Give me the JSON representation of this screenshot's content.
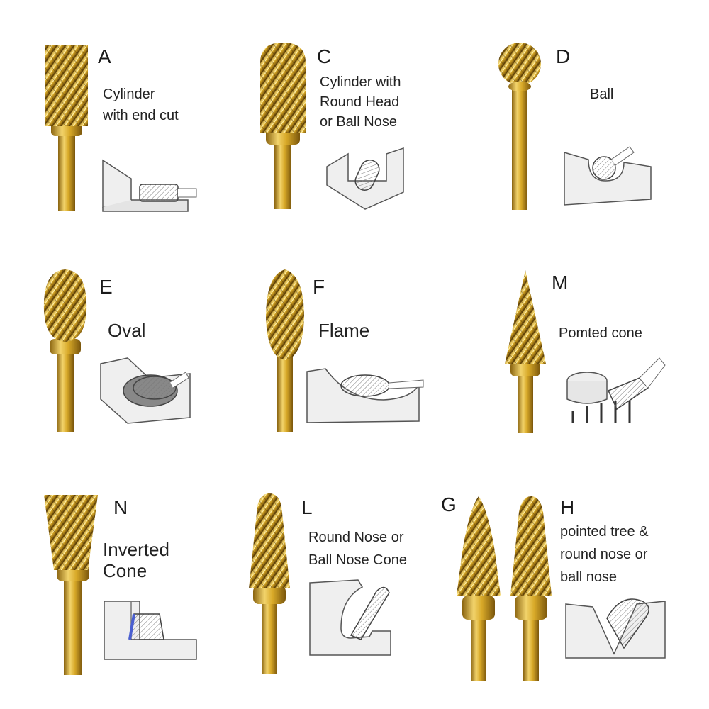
{
  "burrs": [
    {
      "letter": "A",
      "desc": [
        "Cylinder",
        "with end cut"
      ]
    },
    {
      "letter": "C",
      "desc": [
        "Cylinder with",
        "Round Head",
        "or Ball Nose"
      ]
    },
    {
      "letter": "D",
      "desc": [
        "Ball"
      ]
    },
    {
      "letter": "E",
      "desc": [
        "Oval"
      ]
    },
    {
      "letter": "F",
      "desc": [
        "Flame"
      ]
    },
    {
      "letter": "M",
      "desc": [
        "Pomted cone"
      ]
    },
    {
      "letter": "N",
      "desc": [
        "Inverted",
        "Cone"
      ]
    },
    {
      "letter": "L",
      "desc": [
        "Round Nose or",
        "Ball Nose Cone"
      ]
    },
    {
      "letter": "G",
      "desc": []
    },
    {
      "letter": "H",
      "desc": [
        "pointed tree &",
        "round nose or",
        "ball nose"
      ]
    }
  ],
  "colors": {
    "gold_light": "#f2d36b",
    "gold_mid": "#d8a928",
    "gold_dark": "#8a6410",
    "diagram_line": "#555555",
    "diagram_fill": "#efefef"
  }
}
